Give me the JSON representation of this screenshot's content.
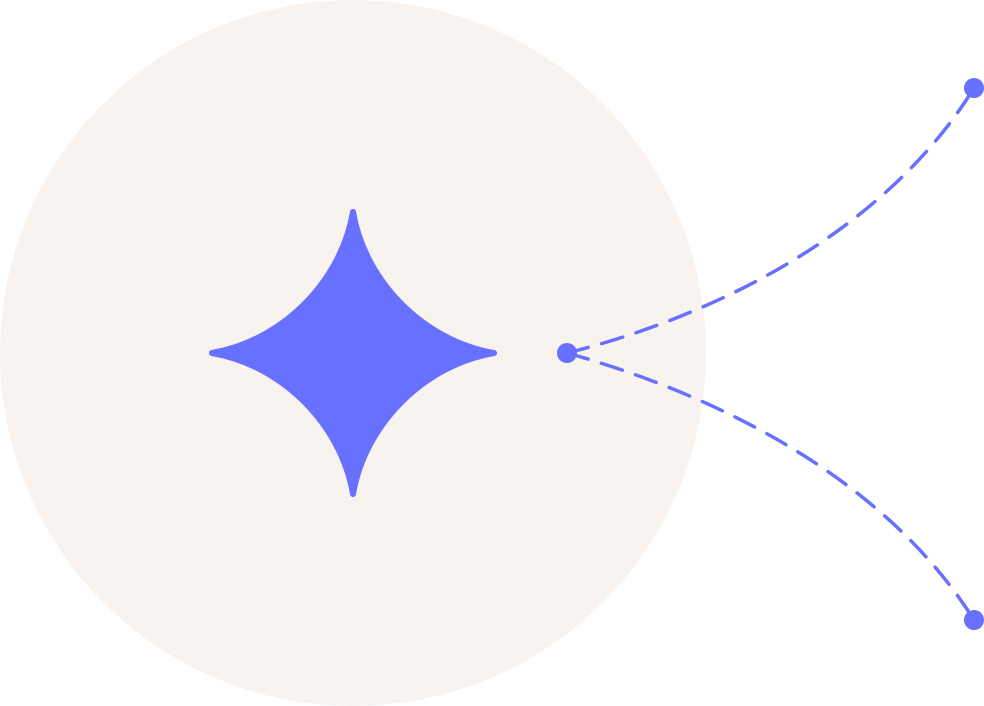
{
  "diagram": {
    "colors": {
      "background": "#ffffff",
      "circle": "#f8f3ee",
      "accent": "#6870ff"
    },
    "icons": {
      "center": "sparkle-icon"
    },
    "nodes": [
      {
        "id": "origin",
        "role": "source"
      },
      {
        "id": "top-target",
        "role": "target"
      },
      {
        "id": "bottom-target",
        "role": "target"
      }
    ],
    "connectors": [
      {
        "from": "origin",
        "to": "top-target",
        "style": "dashed"
      },
      {
        "from": "origin",
        "to": "bottom-target",
        "style": "dashed"
      }
    ]
  }
}
